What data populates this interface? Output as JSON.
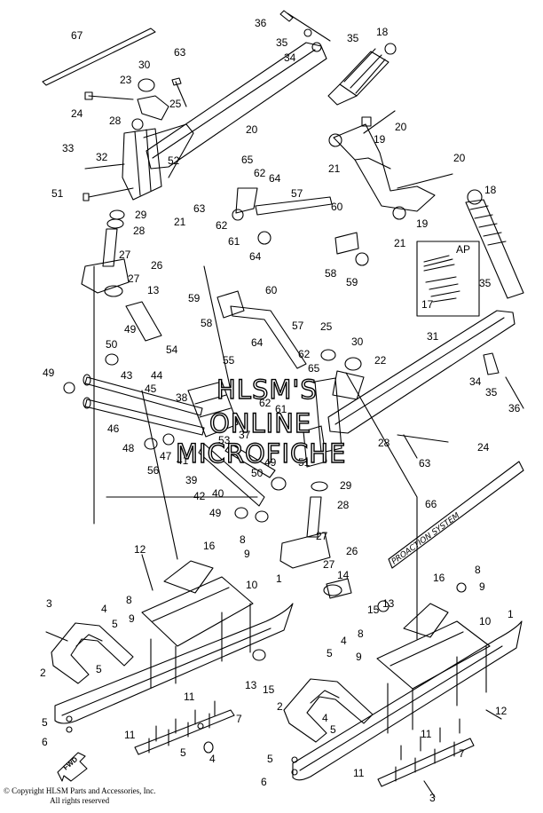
{
  "title": "",
  "watermark": [
    "HLSM'S",
    "ONLINE",
    "MICROFICHE"
  ],
  "inset_label": "AP",
  "fwd_label": "FWD",
  "decal_text": "PROACTION SYSTEM",
  "copyright": {
    "line1": "© Copyright HLSM Parts and Accessories, Inc.",
    "line2": "All rights reserved"
  },
  "callouts": {
    "c67": "67",
    "c36a": "36",
    "c35a": "35",
    "c35b": "35",
    "c34a": "34",
    "c18a": "18",
    "c30a": "30",
    "c63a": "63",
    "c23": "23",
    "c24": "24",
    "c25a": "25",
    "c28a": "28",
    "c20a": "20",
    "c20b": "20",
    "c19a": "19",
    "c21a": "21",
    "c33": "33",
    "c32": "32",
    "c52": "52",
    "c65a": "65",
    "c62a": "62",
    "c64a": "64",
    "c20c": "20",
    "c18b": "18",
    "c51a": "51",
    "c63b": "63",
    "c62b": "62",
    "c57a": "57",
    "c60a": "60",
    "c29a": "29",
    "c21b": "21",
    "c19b": "19",
    "c21c": "21",
    "c28b": "28",
    "c61a": "61",
    "c64b": "64",
    "c58a": "58",
    "c59a": "59",
    "c27a": "27",
    "c26a": "26",
    "c27b": "27",
    "c17": "17",
    "c13a": "13",
    "c35c": "35",
    "c59b": "59",
    "c60b": "60",
    "c58b": "58",
    "c57b": "57",
    "c31": "31",
    "c50a": "50",
    "c49a": "49",
    "c54": "54",
    "c64c": "64",
    "c25b": "25",
    "c30b": "30",
    "c55": "55",
    "c62c": "62",
    "c65b": "65",
    "c22": "22",
    "c49b": "49",
    "c43": "43",
    "c44": "44",
    "c45": "45",
    "c38": "38",
    "c62d": "62",
    "c61b": "61",
    "c34b": "34",
    "c35d": "35",
    "c36b": "36",
    "c46": "46",
    "c47": "47",
    "c53": "53",
    "c37": "37",
    "c28c": "28",
    "c24b": "24",
    "c48": "48",
    "c41": "41",
    "c56": "56",
    "c49c": "49",
    "c51b": "51",
    "c63c": "63",
    "c39": "39",
    "c50b": "50",
    "c29b": "29",
    "c42": "42",
    "c40": "40",
    "c28d": "28",
    "c49d": "49",
    "c66": "66",
    "c27c": "27",
    "c26b": "26",
    "c27d": "27",
    "c12a": "12",
    "c16a": "16",
    "c8a": "8",
    "c9a": "9",
    "c10a": "10",
    "c1a": "1",
    "c14": "14",
    "c16b": "16",
    "c8b": "8",
    "c9b": "9",
    "c3a": "3",
    "c4a": "4",
    "c8c": "8",
    "c5a": "5",
    "c9c": "9",
    "c15a": "15",
    "c13b": "13",
    "c10b": "10",
    "c1b": "1",
    "c2a": "2",
    "c5b": "5",
    "c13c": "13",
    "c15b": "15",
    "c4b": "4",
    "c5c": "5",
    "c8d": "8",
    "c9d": "9",
    "c11a": "11",
    "c7a": "7",
    "c5d": "5",
    "c6a": "6",
    "c11b": "11",
    "c5e": "5",
    "c4c": "4",
    "c2b": "2",
    "c5f": "5",
    "c4d": "4",
    "c12b": "12",
    "c11c": "11",
    "c7b": "7",
    "c5g": "5",
    "c6b": "6",
    "c11d": "11",
    "c3b": "3"
  }
}
